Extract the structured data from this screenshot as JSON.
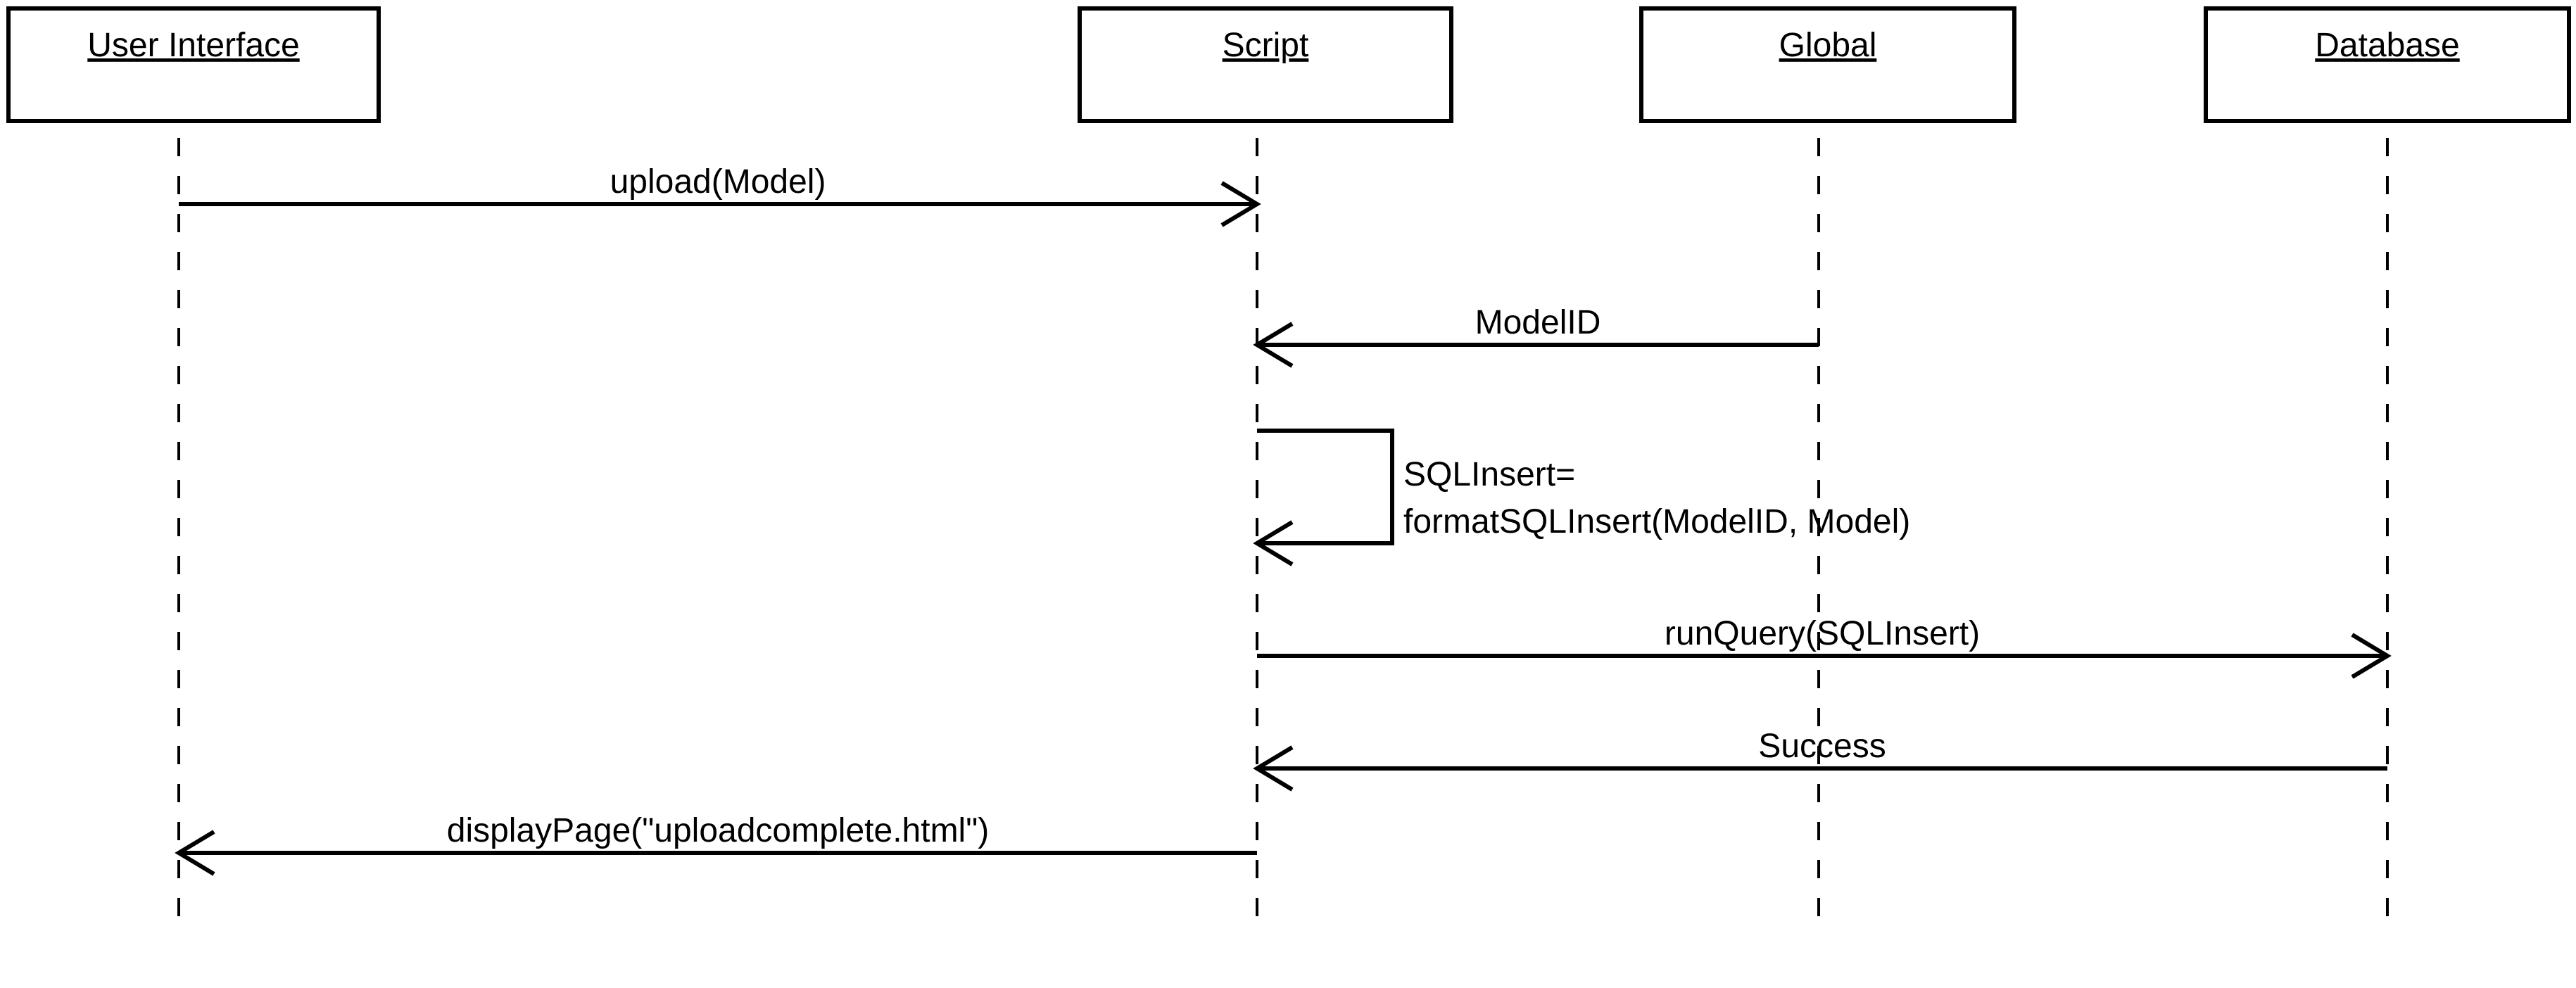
{
  "diagram": {
    "type": "uml-sequence-diagram",
    "colors": {
      "background": "#ffffff",
      "stroke": "#000000",
      "text": "#000000"
    },
    "lifelines": [
      {
        "name": "User Interface"
      },
      {
        "name": "Script"
      },
      {
        "name": "Global"
      },
      {
        "name": "Database"
      }
    ],
    "messages": [
      {
        "from": "User Interface",
        "to": "Script",
        "label": "upload(Model)"
      },
      {
        "from": "Global",
        "to": "Script",
        "label": "ModelID"
      },
      {
        "from": "Script",
        "to": "Script",
        "self": true,
        "label_line1": "SQLInsert=",
        "label_line2": "formatSQLInsert(ModelID, Model)"
      },
      {
        "from": "Script",
        "to": "Database",
        "label": "runQuery(SQLInsert)"
      },
      {
        "from": "Database",
        "to": "Script",
        "label": "Success"
      },
      {
        "from": "Script",
        "to": "User Interface",
        "label": "displayPage(\"uploadcomplete.html\")"
      }
    ]
  }
}
